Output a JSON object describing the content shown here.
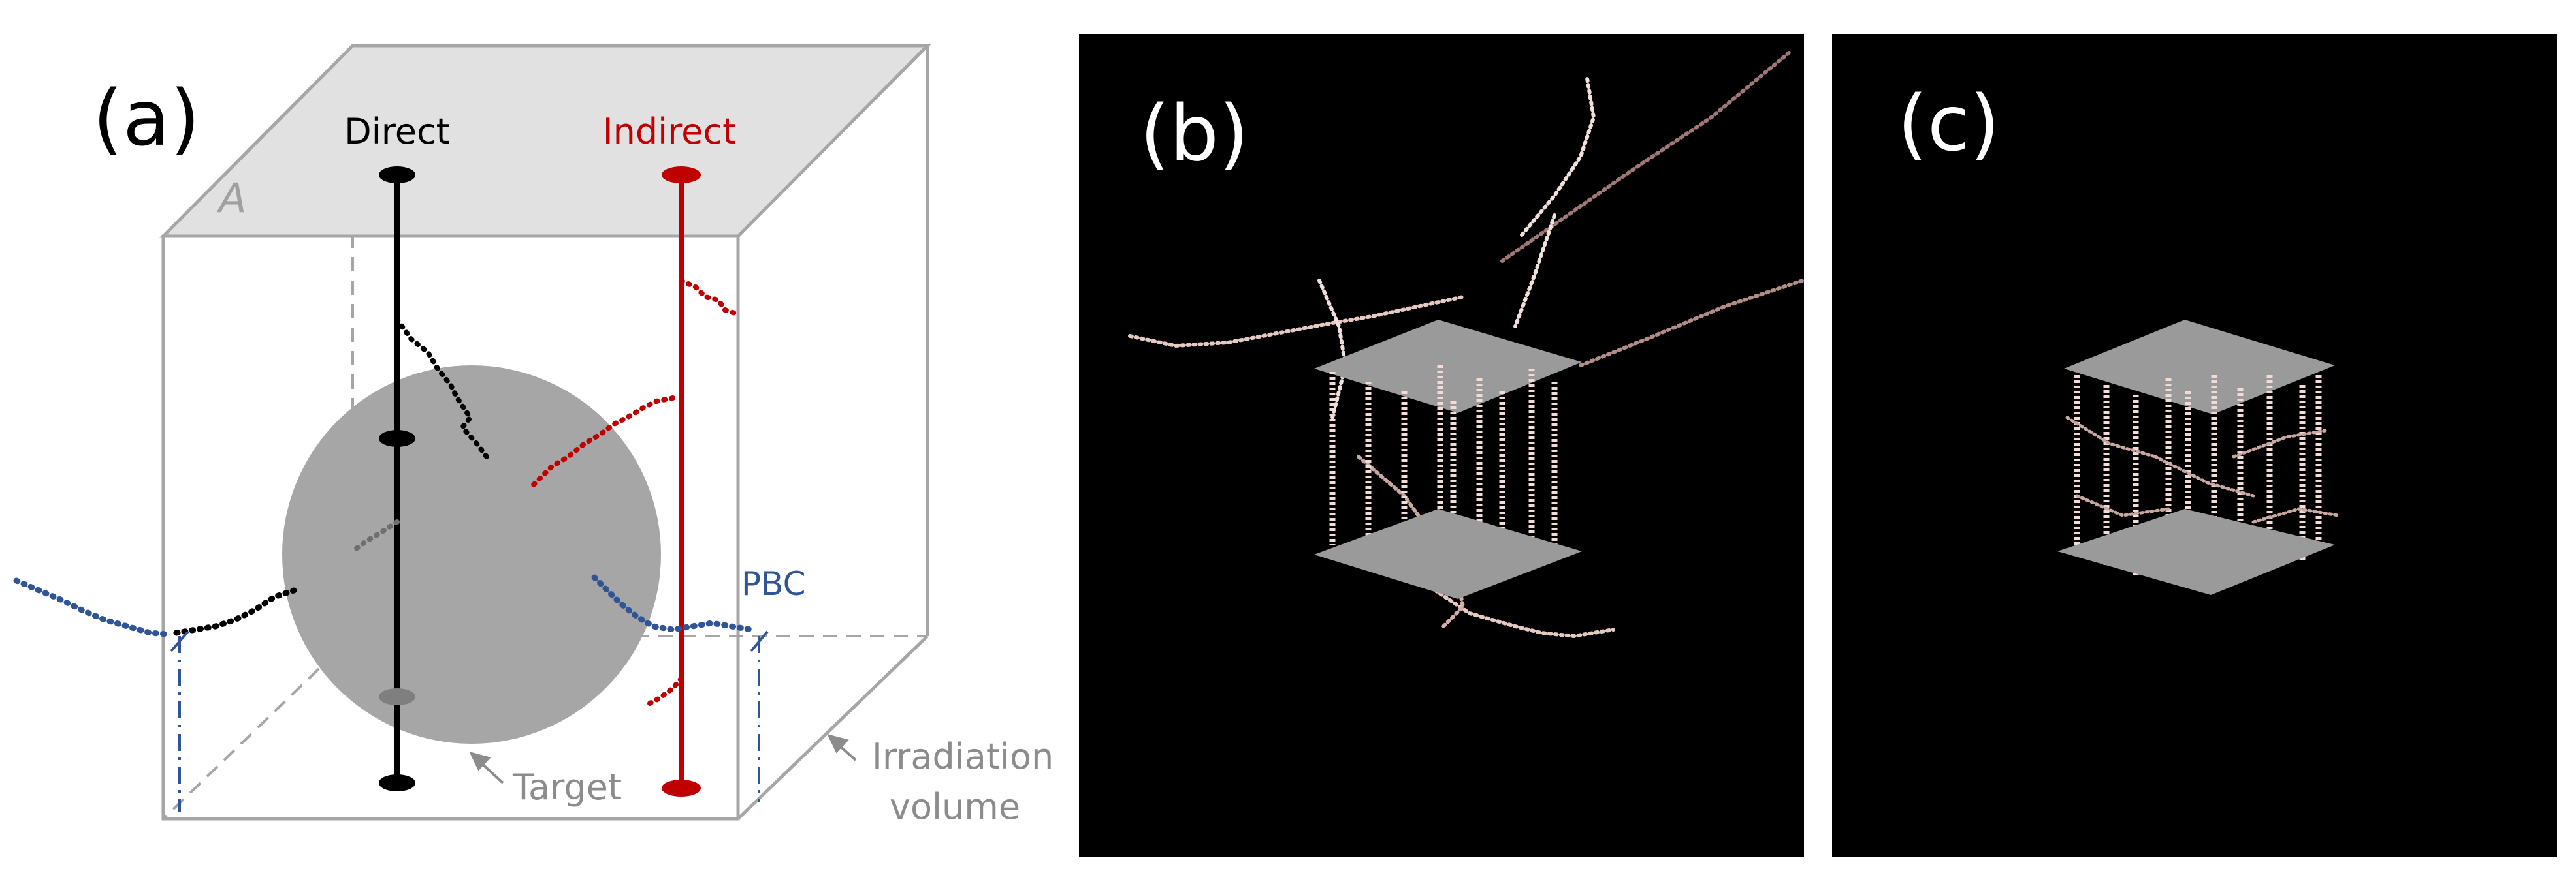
{
  "panels": {
    "a": {
      "label": "(a)",
      "top_face_label": "A",
      "direct_label": "Direct",
      "indirect_label": "Indirect",
      "pbc_label": "PBC",
      "target_label": "Target",
      "irradiation_label_line1": "Irradiation",
      "irradiation_label_line2": "volume"
    },
    "b": {
      "label": "(b)"
    },
    "c": {
      "label": "(c)"
    }
  },
  "colors": {
    "direct": "#000000",
    "indirect": "#c00000",
    "pbc": "#2f5597",
    "sphere": "#a6a6a6",
    "box_edge": "#a6a6a6",
    "top_face": "#e1e1e1",
    "panel_bg": "#000000",
    "slab": "#9a9a9a"
  }
}
